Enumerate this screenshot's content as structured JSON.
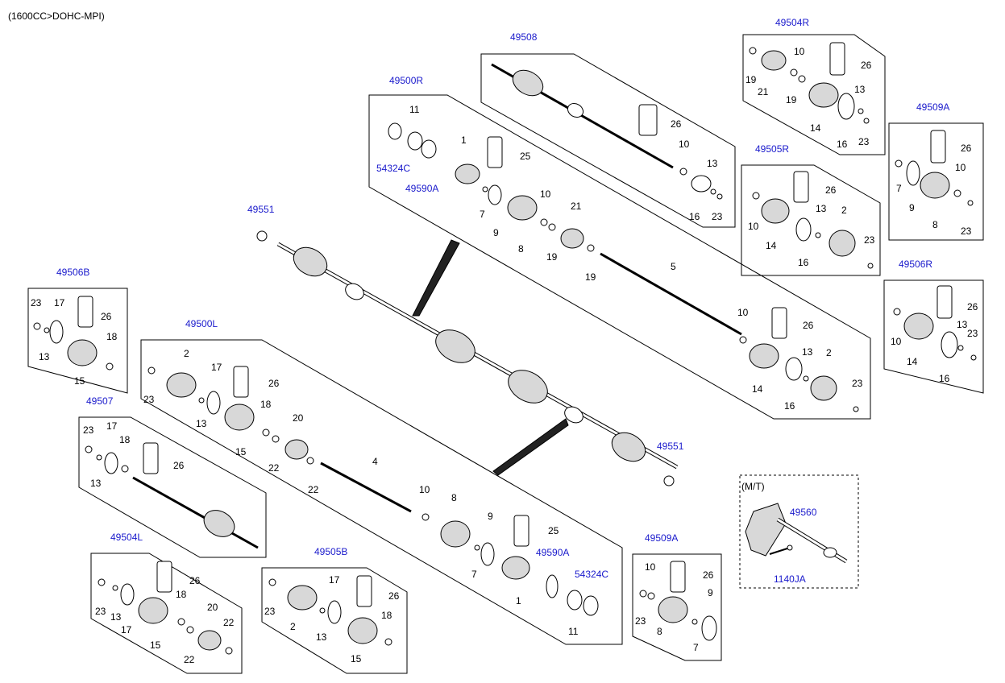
{
  "header": {
    "engine": "(1600CC>DOHC-MPI)"
  },
  "groups": {
    "g49508": "49508",
    "g49504R": "49504R",
    "g49500R": "49500R",
    "g49509A_top": "49509A",
    "g49505R": "49505R",
    "g49506R": "49506R",
    "g49551_top": "49551",
    "g49506B": "49506B",
    "g49500L": "49500L",
    "g49507": "49507",
    "g49551_bottom": "49551",
    "g49504L": "49504L",
    "g49505B": "49505B",
    "g49509A_bottom": "49509A",
    "g49560": "49560",
    "mt": "(M/T)",
    "p1140JA": "1140JA",
    "p54324C_top": "54324C",
    "p49590A_top": "49590A",
    "p49590A_bottom": "49590A",
    "p54324C_bottom": "54324C"
  },
  "part_numbers": {
    "n1": "1",
    "n2": "2",
    "n4": "4",
    "n5": "5",
    "n7": "7",
    "n8": "8",
    "n9": "9",
    "n10": "10",
    "n11": "11",
    "n13": "13",
    "n14": "14",
    "n15": "15",
    "n16": "16",
    "n17": "17",
    "n18": "18",
    "n19": "19",
    "n20": "20",
    "n21": "21",
    "n22": "22",
    "n23": "23",
    "n25": "25",
    "n26": "26"
  }
}
